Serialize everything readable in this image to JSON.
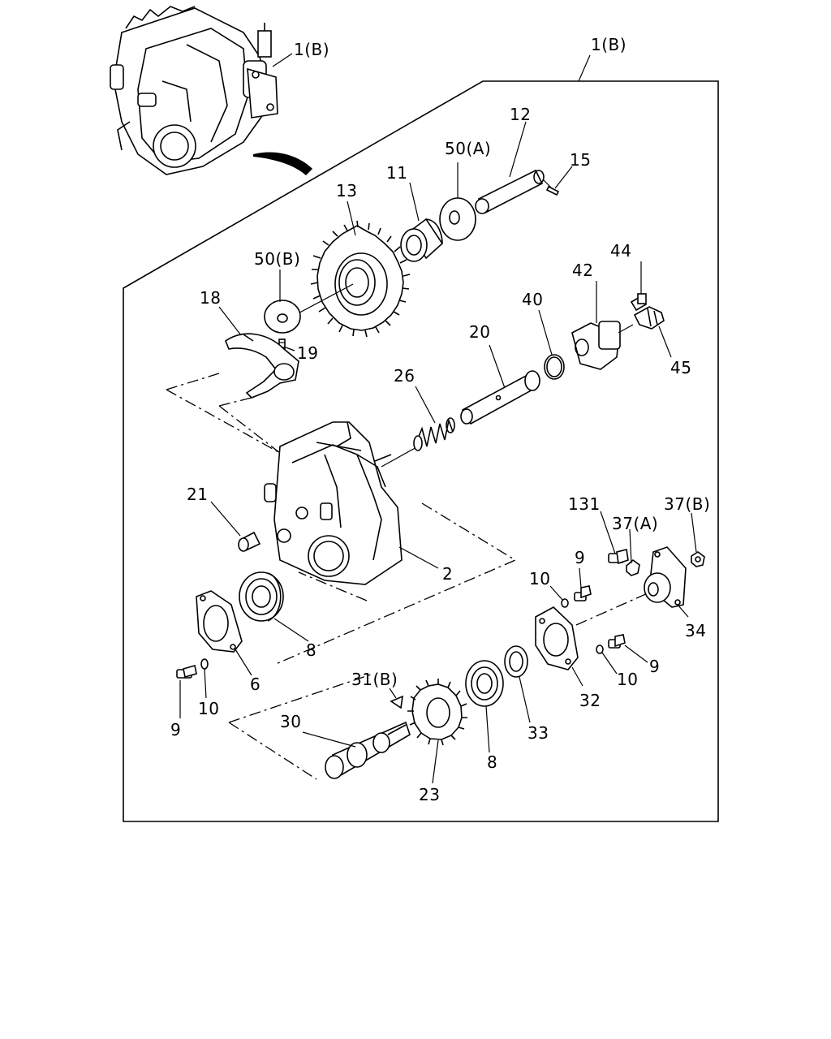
{
  "labels": {
    "l_1b_small": "1(B)",
    "l_1b_frame": "1(B)",
    "l_12": "12",
    "l_50a": "50(A)",
    "l_15": "15",
    "l_13": "13",
    "l_11": "11",
    "l_50b": "50(B)",
    "l_18": "18",
    "l_19": "19",
    "l_44": "44",
    "l_42": "42",
    "l_40": "40",
    "l_20": "20",
    "l_45": "45",
    "l_26": "26",
    "l_21": "21",
    "l_2": "2",
    "l_131": "131",
    "l_37a": "37(A)",
    "l_37b": "37(B)",
    "l_9a": "9",
    "l_10a": "10",
    "l_34": "34",
    "l_8a": "8",
    "l_6": "6",
    "l_10b": "10",
    "l_9b": "9",
    "l_31b": "31(B)",
    "l_30": "30",
    "l_9c": "9",
    "l_10c": "10",
    "l_32": "32",
    "l_33": "33",
    "l_8b": "8",
    "l_23": "23"
  }
}
